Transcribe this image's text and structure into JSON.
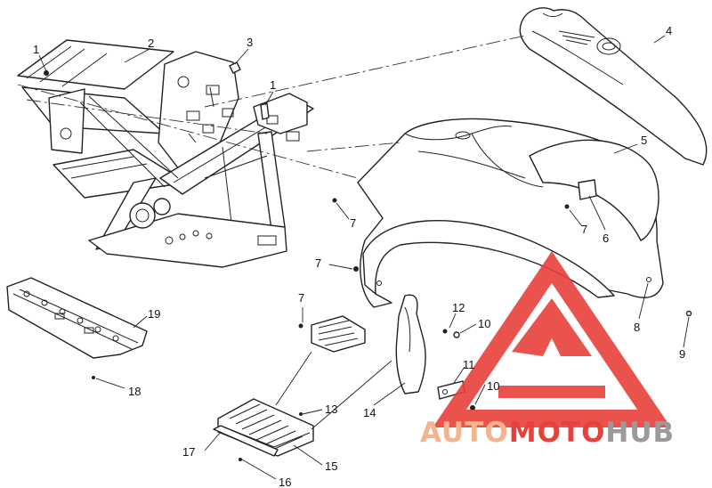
{
  "callouts": [
    {
      "id": "c1a",
      "text": "1"
    },
    {
      "id": "c2",
      "text": "2"
    },
    {
      "id": "c3",
      "text": "3"
    },
    {
      "id": "c1b",
      "text": "1"
    },
    {
      "id": "c4",
      "text": "4"
    },
    {
      "id": "c5",
      "text": "5"
    },
    {
      "id": "c7a",
      "text": "7"
    },
    {
      "id": "c7b",
      "text": "7"
    },
    {
      "id": "c6",
      "text": "6"
    },
    {
      "id": "c7c",
      "text": "7"
    },
    {
      "id": "c19",
      "text": "19"
    },
    {
      "id": "c7d",
      "text": "7"
    },
    {
      "id": "c12",
      "text": "12"
    },
    {
      "id": "c10a",
      "text": "10"
    },
    {
      "id": "c8",
      "text": "8"
    },
    {
      "id": "c9",
      "text": "9"
    },
    {
      "id": "c18",
      "text": "18"
    },
    {
      "id": "c11",
      "text": "11"
    },
    {
      "id": "c10b",
      "text": "10"
    },
    {
      "id": "c14",
      "text": "14"
    },
    {
      "id": "c13",
      "text": "13"
    },
    {
      "id": "c17",
      "text": "17"
    },
    {
      "id": "c15",
      "text": "15"
    },
    {
      "id": "c16",
      "text": "16"
    }
  ],
  "watermark": {
    "part1": "AUTO",
    "part2": "MOTO",
    "part3": "HUB",
    "color_light": "#f5b48c",
    "color_red": "#e8403a",
    "color_gray": "#9a9a9a",
    "logo": "triangle-a-logo"
  }
}
